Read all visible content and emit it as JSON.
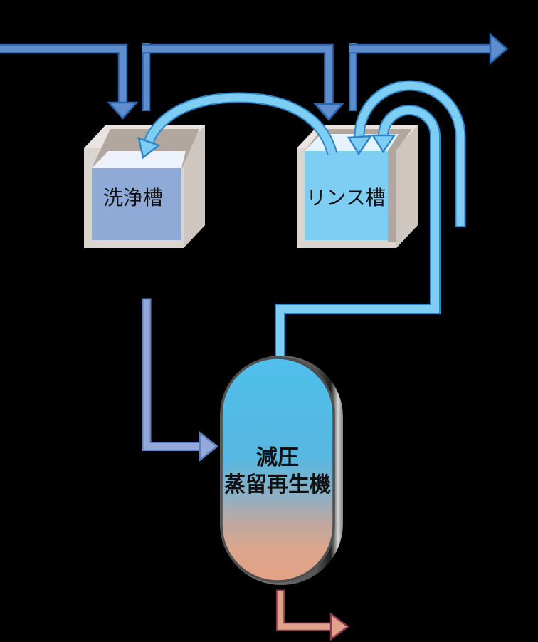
{
  "diagram": {
    "background": "#000000",
    "tanks": [
      {
        "label": "洗浄槽"
      },
      {
        "label": "リンス槽"
      }
    ],
    "regenerator": {
      "label_line1": "減圧",
      "label_line2": "蒸留再生機"
    },
    "colors": {
      "supply_pipe_fill": "#5e8ecb",
      "supply_pipe_edge": "#2a65af",
      "recycle_pipe_fill": "#7ecdf3",
      "recycle_pipe_edge": "#2e86c9",
      "drain_pipe_fill": "#93a9d9",
      "drain_pipe_edge": "#6080bd",
      "waste_pipe_fill": "#e1a189",
      "waste_pipe_edge": "#8c3950",
      "tank_frame": "#dbd5cf",
      "tank_top_face": "#e9e4df",
      "tank_side_face": "#cec6bf",
      "tank_inner_wall": "#b1a79e",
      "wash_liquid": "#90aad7",
      "wash_surface": "#edf1f9",
      "rinse_liquid": "#7ecdf3",
      "rinse_surface": "#e5f4fc",
      "capsule_blue": "#4fc0ed",
      "capsule_mid_gray": "#8fb0c4",
      "capsule_pink_gray": "#bfa8a0",
      "capsule_salmon": "#e2a287",
      "capsule_border": "#4f4f4f",
      "label_color": "#111111"
    }
  }
}
